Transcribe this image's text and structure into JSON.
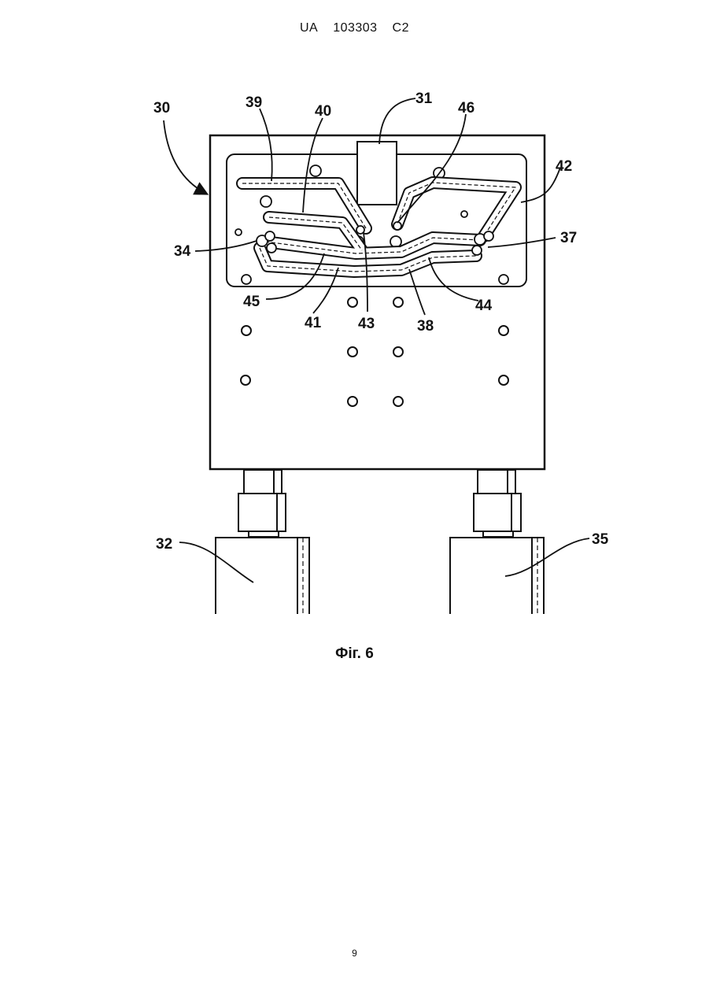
{
  "header": {
    "country": "UA",
    "number": "103303",
    "kind": "C2"
  },
  "figure": {
    "caption": "Фіг. 6",
    "labels": {
      "l30": "30",
      "l39": "39",
      "l40": "40",
      "l31": "31",
      "l46": "46",
      "l42": "42",
      "l34": "34",
      "l37": "37",
      "l45": "45",
      "l41": "41",
      "l43": "43",
      "l38": "38",
      "l44": "44",
      "l32": "32",
      "l35": "35"
    }
  },
  "page_number": "9"
}
